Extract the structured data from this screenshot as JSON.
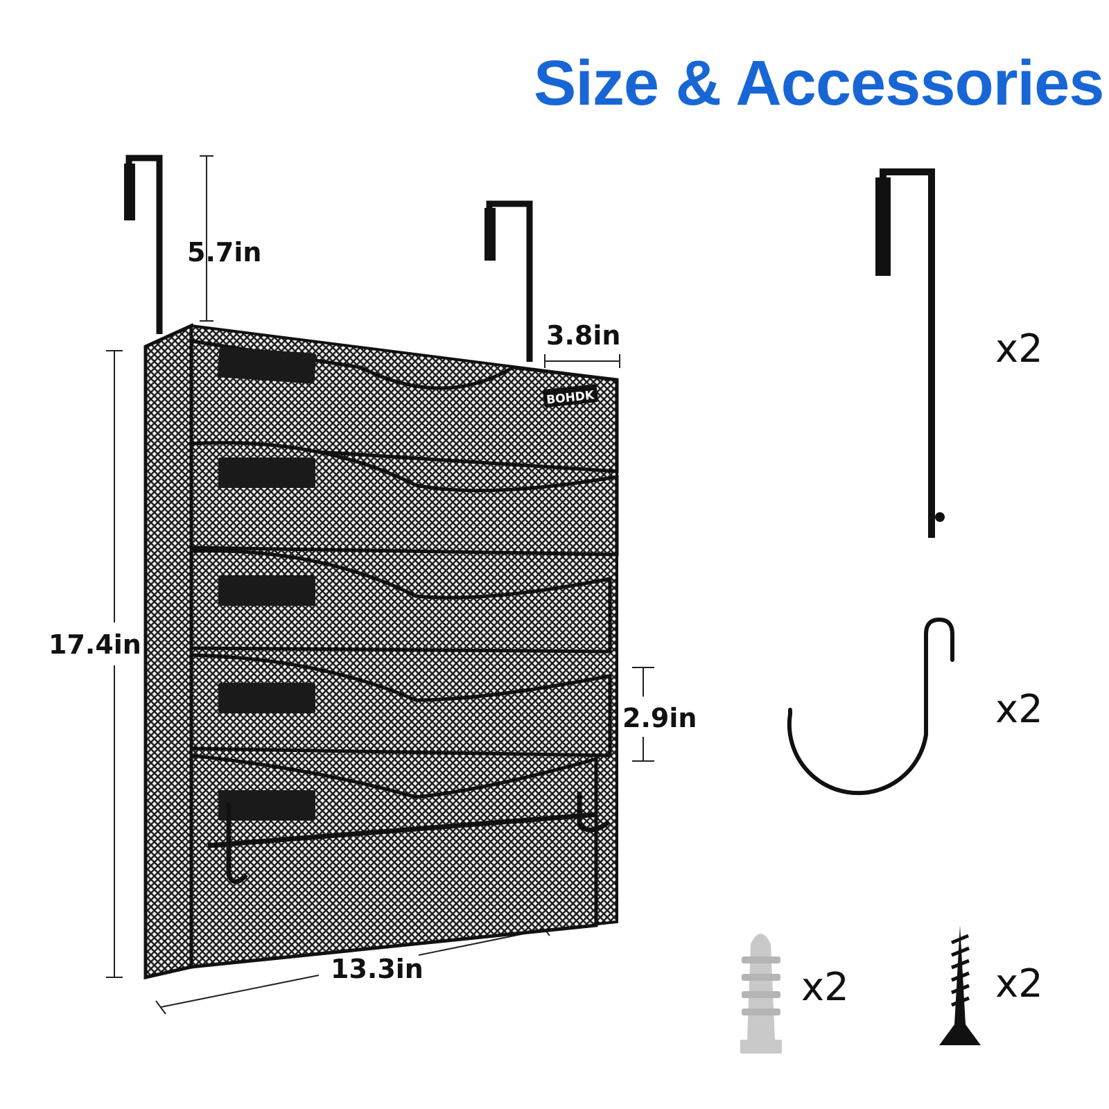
{
  "header": {
    "title": "Size & Accessories",
    "title_color": "#1866d6"
  },
  "product": {
    "brand": "BOHDK",
    "frame_color": "#111111",
    "tiers": 5
  },
  "dimensions": {
    "hook_height": "5.7in",
    "depth": "3.8in",
    "total_height": "17.4in",
    "tier_spacing": "2.9in",
    "width": "13.3in"
  },
  "accessories": [
    {
      "name": "over-door-hook",
      "icon": "over-door-hook-icon",
      "quantity": "x2"
    },
    {
      "name": "s-hook",
      "icon": "s-hook-icon",
      "quantity": "x2"
    },
    {
      "name": "wall-anchor",
      "icon": "wall-anchor-icon",
      "quantity": "x2",
      "color": "#c9c9c9"
    },
    {
      "name": "screw",
      "icon": "screw-icon",
      "quantity": "x2"
    }
  ]
}
